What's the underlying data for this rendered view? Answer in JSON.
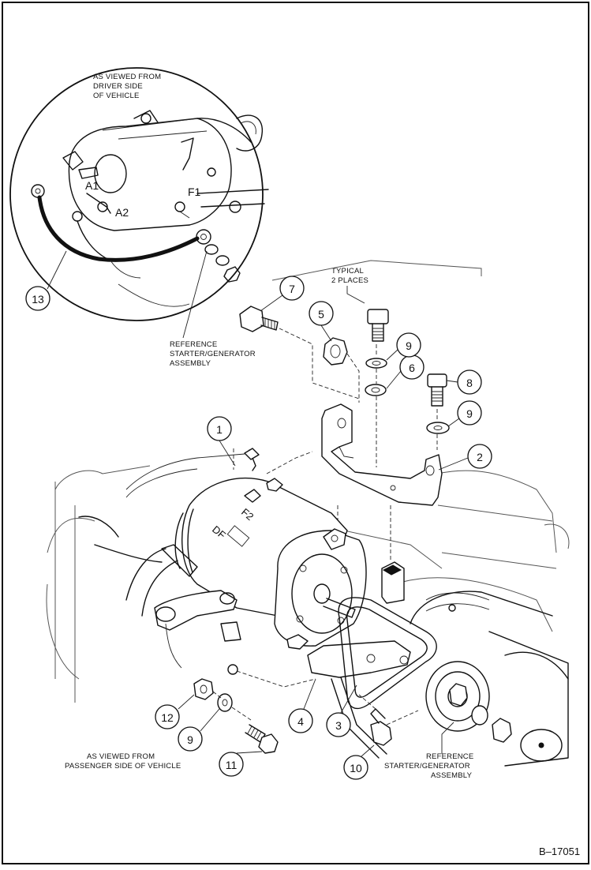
{
  "captions": {
    "driver_view": [
      "AS VIEWED FROM",
      "DRIVER SIDE",
      "OF VEHICLE"
    ],
    "typical": [
      "TYPICAL",
      "2 PLACES"
    ],
    "ref_upper": [
      "REFERENCE",
      "STARTER/GENERATOR",
      "ASSEMBLY"
    ],
    "passenger_view": [
      "AS VIEWED FROM",
      "PASSENGER SIDE OF VEHICLE"
    ],
    "ref_lower": [
      "REFERENCE",
      "STARTER/GENERATOR",
      "ASSEMBLY"
    ]
  },
  "terminals": {
    "a1": "A1",
    "a2": "A2",
    "f1": "F1"
  },
  "callouts": [
    "1",
    "2",
    "3",
    "4",
    "5",
    "6",
    "7",
    "8",
    "9",
    "9",
    "9",
    "10",
    "11",
    "12",
    "13"
  ],
  "figure_number": "B–17051"
}
